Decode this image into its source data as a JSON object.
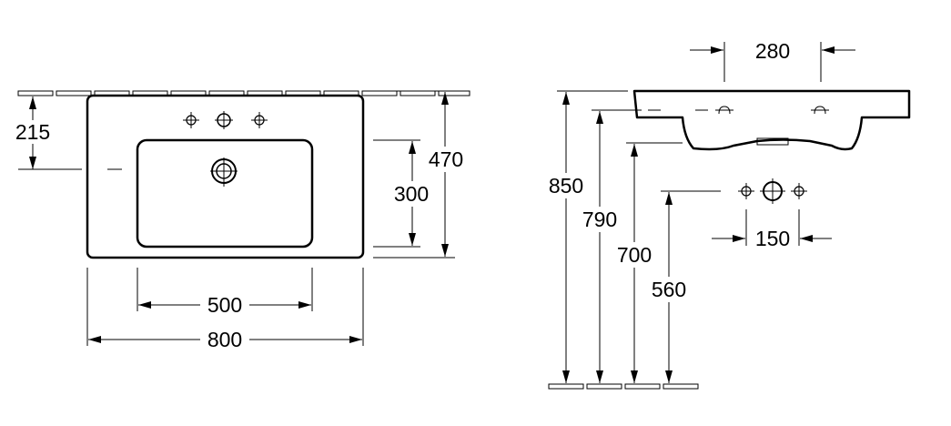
{
  "dimensions": {
    "d215": "215",
    "d470": "470",
    "d300": "300",
    "d500": "500",
    "d800": "800",
    "d280": "280",
    "d850": "850",
    "d790": "790",
    "d700": "700",
    "d560": "560",
    "d150": "150"
  },
  "colors": {
    "line": "#000000",
    "background": "#ffffff"
  }
}
